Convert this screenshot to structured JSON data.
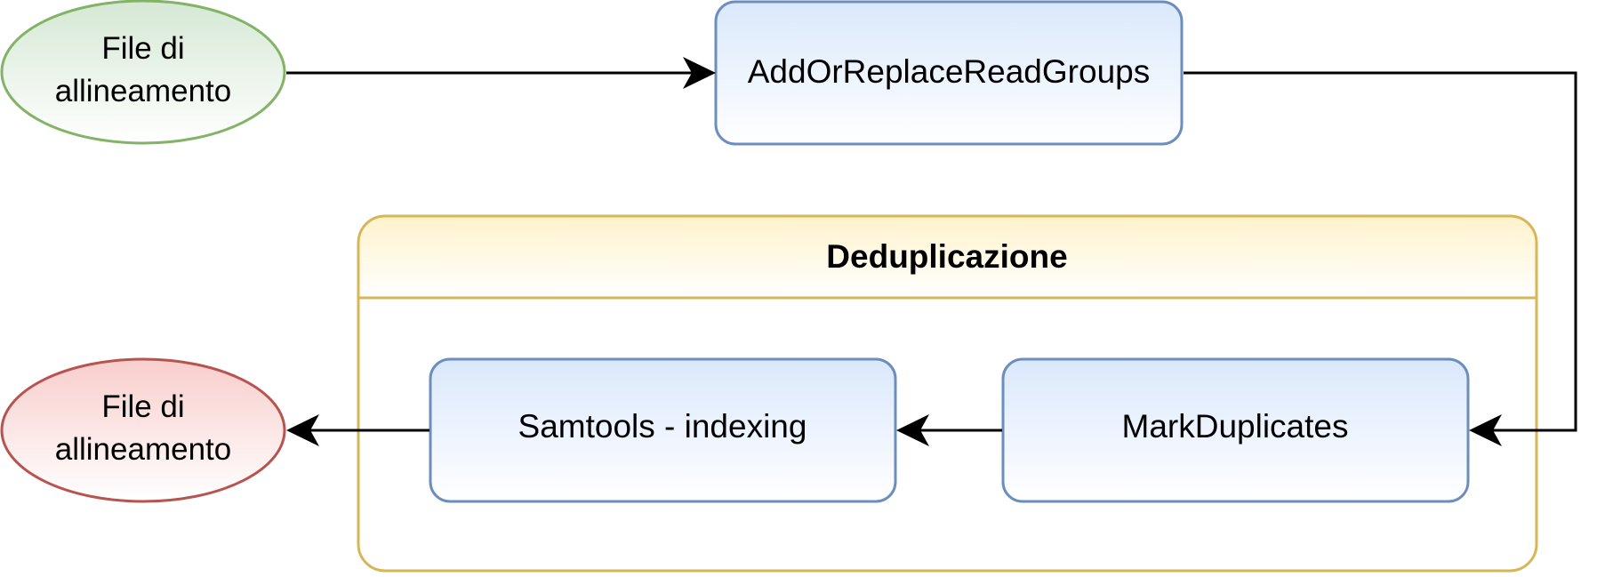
{
  "nodes": {
    "input_file": {
      "label_line1": "File di",
      "label_line2": "allineamento"
    },
    "add_or_replace": {
      "label": "AddOrReplaceReadGroups"
    },
    "dedup_group": {
      "title": "Deduplicazione"
    },
    "mark_duplicates": {
      "label": "MarkDuplicates"
    },
    "samtools_indexing": {
      "label": "Samtools - indexing"
    },
    "output_file": {
      "label_line1": "File di",
      "label_line2": "allineamento"
    }
  },
  "colors": {
    "edge": "#000000",
    "process_fill_top": "#dae8fc",
    "process_stroke": "#6c8ebf",
    "group_fill_top": "#fff2cc",
    "group_stroke": "#d6b656",
    "input_fill_top": "#d5e8d4",
    "input_stroke": "#82b366",
    "output_fill_top": "#f8cecc",
    "output_stroke": "#b85450"
  }
}
